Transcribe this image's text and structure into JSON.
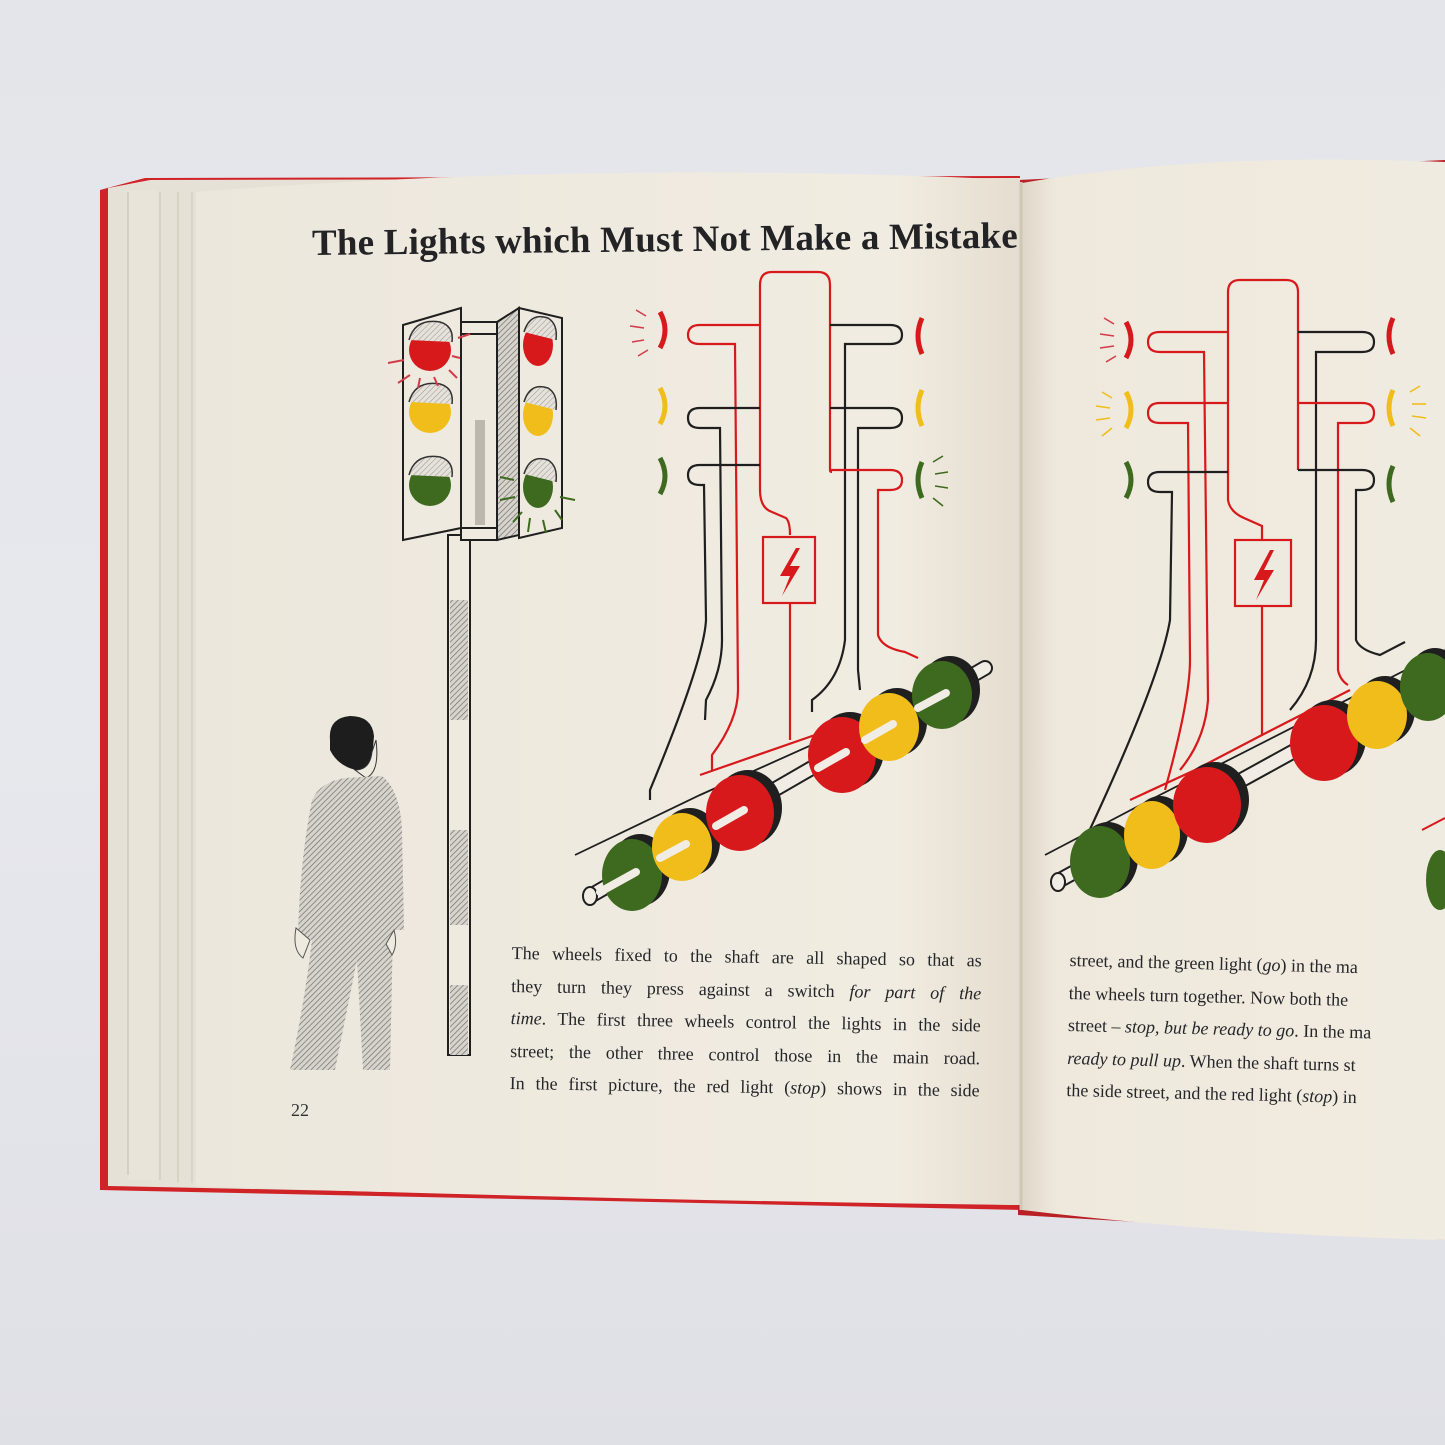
{
  "scene": {
    "description": "Photograph of an open illustrated book lying on a light grey surface",
    "background_color": "#e5e6eb",
    "cover_color": "#d4262a",
    "page_color": "#efe9dc"
  },
  "left_page": {
    "title": "The Lights which Must Not Make a Mistake",
    "page_number": "22",
    "paragraph": {
      "lines": [
        {
          "parts": [
            {
              "text": "The wheels fixed to the shaft are all shaped so that as",
              "italic": false
            }
          ]
        },
        {
          "parts": [
            {
              "text": "they turn they press against a switch ",
              "italic": false
            },
            {
              "text": "for part of the",
              "italic": true
            }
          ]
        },
        {
          "parts": [
            {
              "text": "time",
              "italic": true
            },
            {
              "text": ". The first three wheels control the lights in the side",
              "italic": false
            }
          ]
        },
        {
          "parts": [
            {
              "text": "street; the other three control those in the main road.",
              "italic": false
            }
          ]
        },
        {
          "parts": [
            {
              "text": "In the first picture, the red light (",
              "italic": false
            },
            {
              "text": "stop",
              "italic": true
            },
            {
              "text": ") shows in the side",
              "italic": false
            }
          ]
        }
      ]
    },
    "illustrations": {
      "traffic_light": {
        "left_face": [
          "red-lit",
          "amber",
          "green"
        ],
        "right_face": [
          "red",
          "amber",
          "green-lit"
        ]
      },
      "pedestrian": "figure in grey hatched suit looking up at the signal",
      "diagram_1": {
        "lamps_left": [
          "red-lit",
          "amber",
          "green"
        ],
        "lamps_right": [
          "red",
          "amber",
          "green-lit"
        ],
        "power_source_icon": "lightning-bolt",
        "shaft_wheels": [
          "green",
          "amber",
          "red",
          "red",
          "amber",
          "green"
        ]
      }
    }
  },
  "right_page": {
    "paragraph": {
      "lines": [
        {
          "parts": [
            {
              "text": "street, and the green light (",
              "italic": false
            },
            {
              "text": "go",
              "italic": true
            },
            {
              "text": ") in the ma",
              "italic": false
            }
          ]
        },
        {
          "parts": [
            {
              "text": "the wheels turn together. Now both the",
              "italic": false
            }
          ]
        },
        {
          "parts": [
            {
              "text": "street – ",
              "italic": false
            },
            {
              "text": "stop, but be ready to go",
              "italic": true
            },
            {
              "text": ". In the ma",
              "italic": false
            }
          ]
        },
        {
          "parts": [
            {
              "text": "ready to pull up",
              "italic": true
            },
            {
              "text": ". When the shaft turns st",
              "italic": false
            }
          ]
        },
        {
          "parts": [
            {
              "text": "the side street, and the red light (",
              "italic": false
            },
            {
              "text": "stop",
              "italic": true
            },
            {
              "text": ") in",
              "italic": false
            }
          ]
        }
      ]
    },
    "illustrations": {
      "diagram_2": {
        "lamps_left": [
          "red-lit",
          "amber-lit",
          "green"
        ],
        "lamps_right": [
          "red",
          "amber-lit",
          "green"
        ],
        "power_source_icon": "lightning-bolt",
        "shaft_wheels": [
          "green",
          "amber",
          "red",
          "red",
          "amber",
          "green"
        ]
      }
    }
  },
  "colors": {
    "ink": "#232326",
    "red": "#d7191c",
    "amber": "#f0bd1a",
    "green": "#3e6a1f",
    "hatch": "#8a8a8a"
  }
}
